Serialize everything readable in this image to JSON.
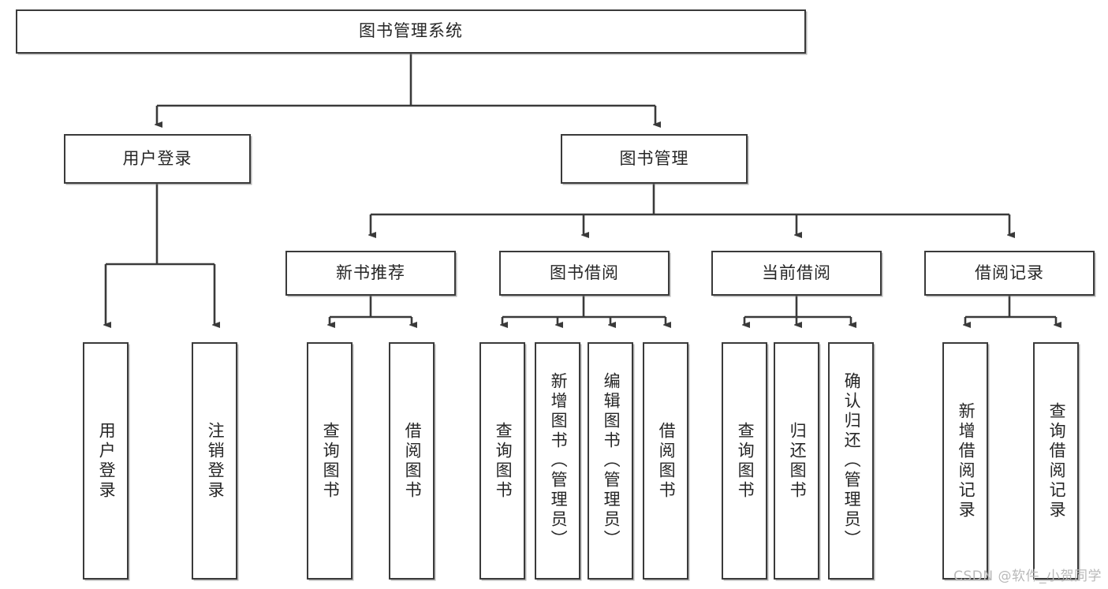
{
  "diagram": {
    "type": "tree",
    "title": "图书管理系统",
    "orientation": "top-down",
    "watermark": "CSDN @软件_小贺同学",
    "colors": {
      "stroke": "#3a3a3a",
      "fill": "#ffffff",
      "text": "#262626",
      "watermark": "#b9b9b9"
    },
    "nodes": {
      "root": {
        "label": "图书管理系统"
      },
      "level2": [
        {
          "id": "user-login",
          "label": "用户登录"
        },
        {
          "id": "book-manage",
          "label": "图书管理"
        }
      ],
      "level3": [
        {
          "id": "new-book-recommend",
          "label": "新书推荐"
        },
        {
          "id": "book-borrow",
          "label": "图书借阅"
        },
        {
          "id": "current-borrow",
          "label": "当前借阅"
        },
        {
          "id": "borrow-record",
          "label": "借阅记录"
        }
      ],
      "leaves": {
        "user-login": [
          {
            "id": "leaf-user-login",
            "label": "用户登录"
          },
          {
            "id": "leaf-logout",
            "label": "注销登录"
          }
        ],
        "new-book-recommend": [
          {
            "id": "leaf-query-book-1",
            "label": "查询图书"
          },
          {
            "id": "leaf-borrow-book-1",
            "label": "借阅图书"
          }
        ],
        "book-borrow": [
          {
            "id": "leaf-query-book-2",
            "label": "查询图书"
          },
          {
            "id": "leaf-add-book",
            "label": "新增图书（管理员）"
          },
          {
            "id": "leaf-edit-book",
            "label": "编辑图书（管理员）"
          },
          {
            "id": "leaf-borrow-book-2",
            "label": "借阅图书"
          }
        ],
        "current-borrow": [
          {
            "id": "leaf-query-book-3",
            "label": "查询图书"
          },
          {
            "id": "leaf-return-book",
            "label": "归还图书"
          },
          {
            "id": "leaf-confirm-return",
            "label": "确认归还（管理员）"
          }
        ],
        "borrow-record": [
          {
            "id": "leaf-add-record",
            "label": "新增借阅记录"
          },
          {
            "id": "leaf-query-record",
            "label": "查询借阅记录"
          }
        ]
      }
    }
  }
}
